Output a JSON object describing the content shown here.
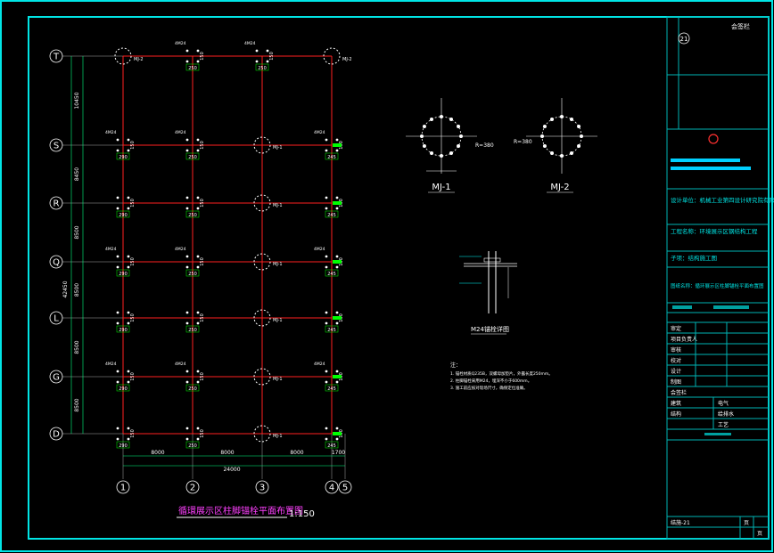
{
  "drawing": {
    "sheet_number": "21",
    "plan_title": "循環展示区柱脚锚栓平面布置图",
    "plan_scale": "1:150",
    "axis_labels_rows": [
      "T",
      "S",
      "R",
      "Q",
      "L",
      "G",
      "D"
    ],
    "axis_labels_cols": [
      "1",
      "2",
      "3",
      "4",
      "5"
    ],
    "col_spacing_labels": [
      "8000",
      "8000",
      "8000",
      "1700"
    ],
    "total_width_label": "24000",
    "row_spacing_labels": [
      "10450",
      "8450",
      "8500",
      "8500",
      "8500",
      "8500"
    ],
    "total_height_label": "42450",
    "mj1_label": "MJ-1",
    "mj2_label": "MJ-2",
    "mj1_radius": "R=380",
    "mj2_radius": "R=380",
    "detail_label": "M24锚栓详图",
    "notes_title": "注：",
    "notes": [
      "1. 锚栓材质Q235B，双螺母加垫片，外露长度250mm。",
      "2. 柱脚锚栓采用M24，埋深不小于600mm。",
      "3. 施工前应核对现场尺寸，确保定位准确。"
    ],
    "bolt_label": "4M24",
    "dim_150": "150",
    "dim_290": "290",
    "dim_245": "245",
    "dim_250": "250",
    "marker_mj1": "MJ-1",
    "marker_mj2": "MJ-2"
  },
  "title_block": {
    "top_label": "会签栏",
    "company": "设计单位：机械工业第四设计研究院有限公司",
    "project": "工程名称：环境展示区钢结构工程",
    "item": "子项：结构施工图",
    "drawing_name": "图纸名称：循环展示区柱脚锚栓平面布置图",
    "rows": [
      "审定",
      "项目负责人",
      "审核",
      "校对",
      "设计",
      "制图",
      "会签栏"
    ],
    "sign_row1": [
      "建筑",
      "电气"
    ],
    "sign_row2": [
      "结构",
      "给排水"
    ],
    "sign_row3": [
      "工艺"
    ],
    "footer_no": "结施-21",
    "footer_sheet": "页",
    "footer_of": "页"
  }
}
